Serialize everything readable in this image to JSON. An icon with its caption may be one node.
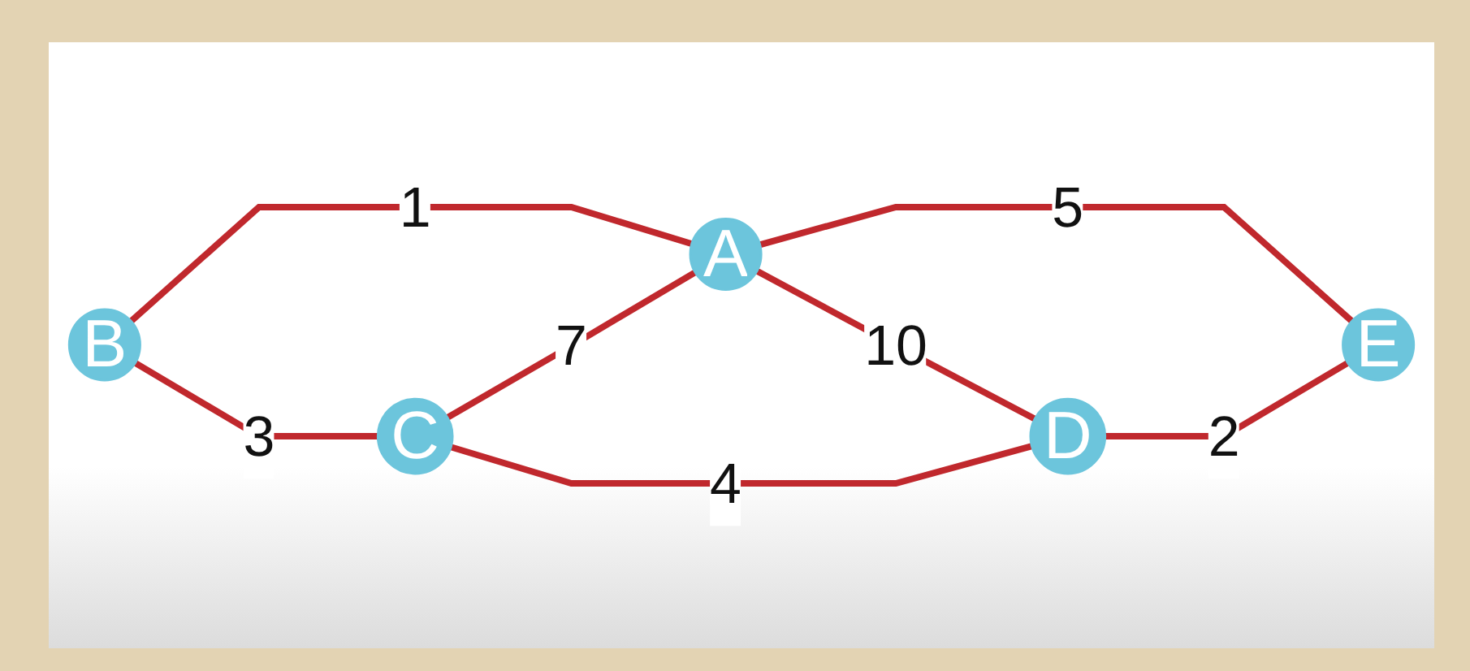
{
  "diagram": {
    "nodes": [
      {
        "text": [
          "A"
        ]
      },
      {
        "text": [
          "E"
        ]
      },
      {
        "text": [
          "B"
        ]
      },
      {
        "text": [
          "C"
        ]
      },
      {
        "text": [
          "D"
        ]
      }
    ],
    "edges": [
      {
        "from": 0,
        "to": 1,
        "arrow": "none",
        "label": "5"
      },
      {
        "from": 2,
        "to": 0,
        "arrow": "none",
        "label": "1"
      },
      {
        "from": 3,
        "to": 0,
        "arrow": "none",
        "label": "7"
      },
      {
        "from": 0,
        "to": 4,
        "arrow": "none",
        "label": "10"
      },
      {
        "from": 4,
        "to": 1,
        "arrow": "none",
        "label": "2"
      },
      {
        "from": 2,
        "to": 3,
        "arrow": "none",
        "label": "3"
      },
      {
        "from": 3,
        "to": 4,
        "arrow": "none",
        "label": "4"
      }
    ]
  }
}
